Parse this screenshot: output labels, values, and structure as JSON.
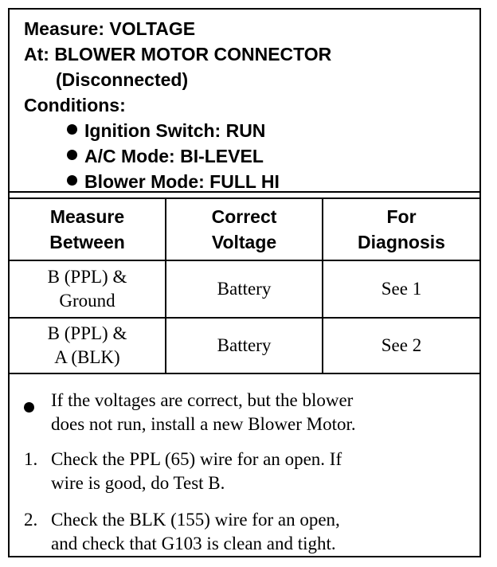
{
  "header": {
    "measure": "Measure: VOLTAGE",
    "at": "At: BLOWER MOTOR CONNECTOR",
    "at_note": "(Disconnected)",
    "conditions_label": "Conditions:",
    "conditions": [
      "Ignition Switch: RUN",
      "A/C Mode: BI-LEVEL",
      "Blower Mode: FULL HI"
    ]
  },
  "table": {
    "headers": [
      [
        "Measure",
        "Between"
      ],
      [
        "Correct",
        "Voltage"
      ],
      [
        "For",
        "Diagnosis"
      ]
    ],
    "rows": [
      {
        "measure": [
          "B (PPL) &",
          "Ground"
        ],
        "voltage": "Battery",
        "diagnosis": "See 1"
      },
      {
        "measure": [
          "B (PPL) &",
          "A (BLK)"
        ],
        "voltage": "Battery",
        "diagnosis": "See 2"
      }
    ]
  },
  "notes": [
    {
      "marker": "●",
      "lines": [
        "If the voltages are correct, but the blower",
        "does not run, install a new Blower Motor."
      ]
    },
    {
      "marker": "1.",
      "lines": [
        "Check the PPL (65) wire for an open. If",
        "wire is good, do Test B."
      ]
    },
    {
      "marker": "2.",
      "lines": [
        "Check the BLK (155) wire for an open,",
        "and check that G103 is clean and tight."
      ]
    }
  ]
}
